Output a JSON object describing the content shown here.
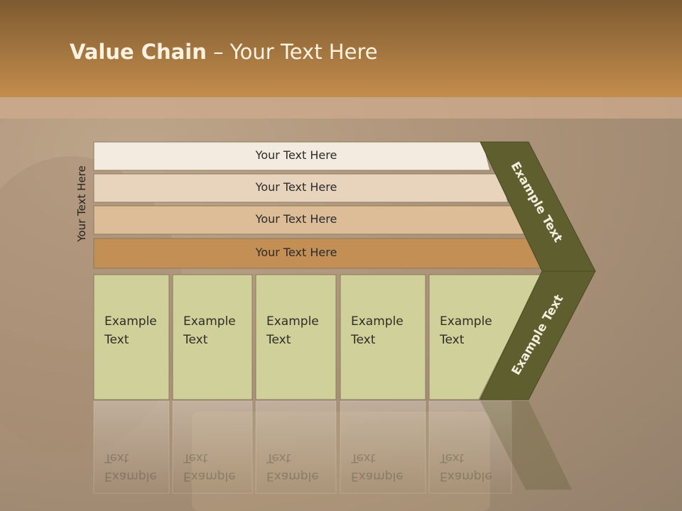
{
  "slide": {
    "title_bold": "Value Chain",
    "title_rest": " – Your Text Here",
    "vertical_label": "Your Text Here"
  },
  "rows": [
    {
      "label": "Your Text Here",
      "color": "#f3ebe0"
    },
    {
      "label": "Your Text Here",
      "color": "#e8d4bd"
    },
    {
      "label": "Your Text Here",
      "color": "#dcbd98"
    },
    {
      "label": "Your Text Here",
      "color": "#c38f55"
    }
  ],
  "columns": [
    {
      "line1": "Example",
      "line2": "Text"
    },
    {
      "line1": "Example",
      "line2": "Text"
    },
    {
      "line1": "Example",
      "line2": "Text"
    },
    {
      "line1": "Example",
      "line2": "Text"
    },
    {
      "line1": "Example",
      "line2": "Text"
    }
  ],
  "chevron": {
    "top_label": "Example Text",
    "bottom_label": "Example Text",
    "color": "#5e5e2e"
  },
  "colors": {
    "column_fill": "#cfd09a",
    "header": "#b0783e"
  }
}
